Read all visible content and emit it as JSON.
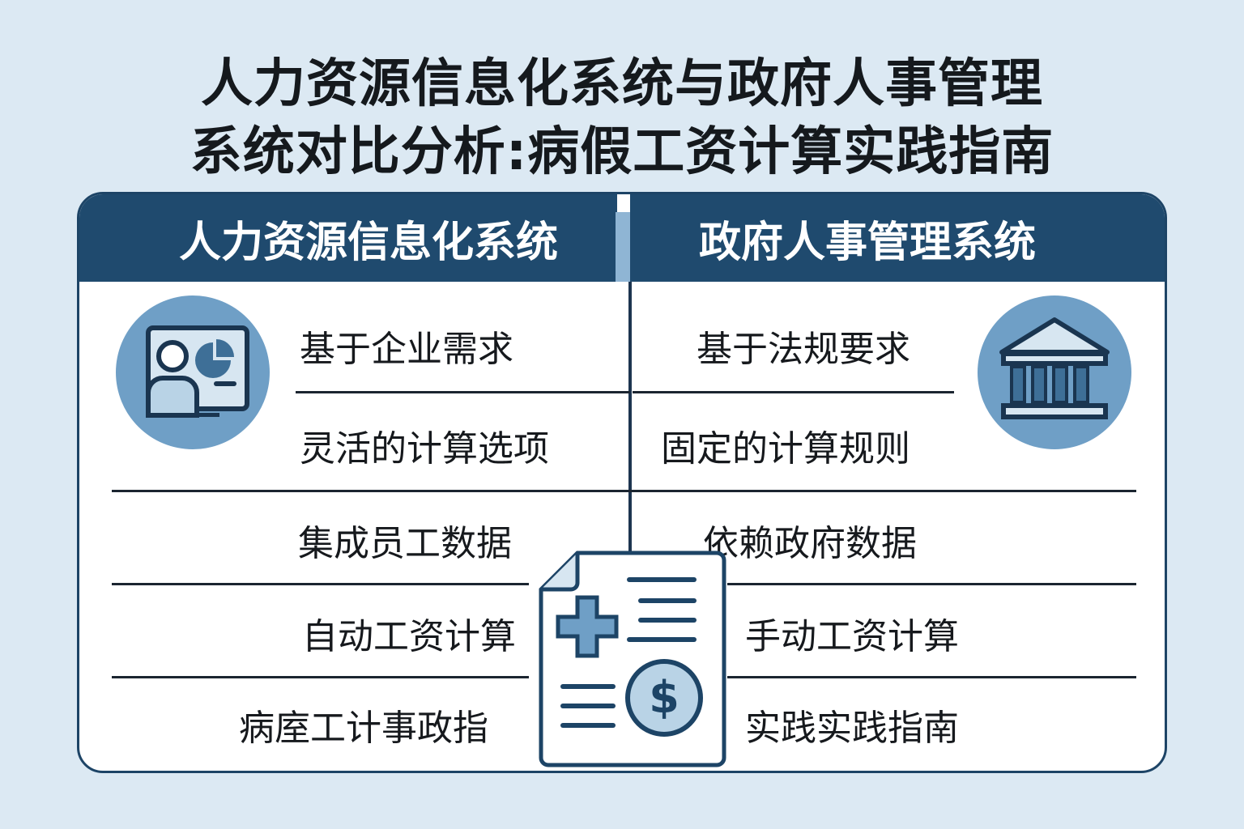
{
  "title": {
    "line1": "人力资源信息化系统与政府人事管理",
    "line2": "系统对比分析:病假工资计算实践指南"
  },
  "left": {
    "header": "人力资源信息化系统",
    "rows": [
      "基于企业需求",
      "灵活的计算选项",
      "集成员工数据",
      "自动工资计算",
      "病庢工计事政指"
    ],
    "icon": "person-dashboard-icon"
  },
  "right": {
    "header": "政府人事管理系统",
    "rows": [
      "基于法规要求",
      "固定的计算规则",
      "依赖政府数据",
      "手动工资计算",
      "实践实践指南"
    ],
    "icon": "government-building-icon"
  },
  "center_icon": "medical-payroll-document-icon",
  "colors": {
    "navy": "#1f4a6e",
    "accent": "#6f9fc6",
    "background": "#dce9f3"
  }
}
